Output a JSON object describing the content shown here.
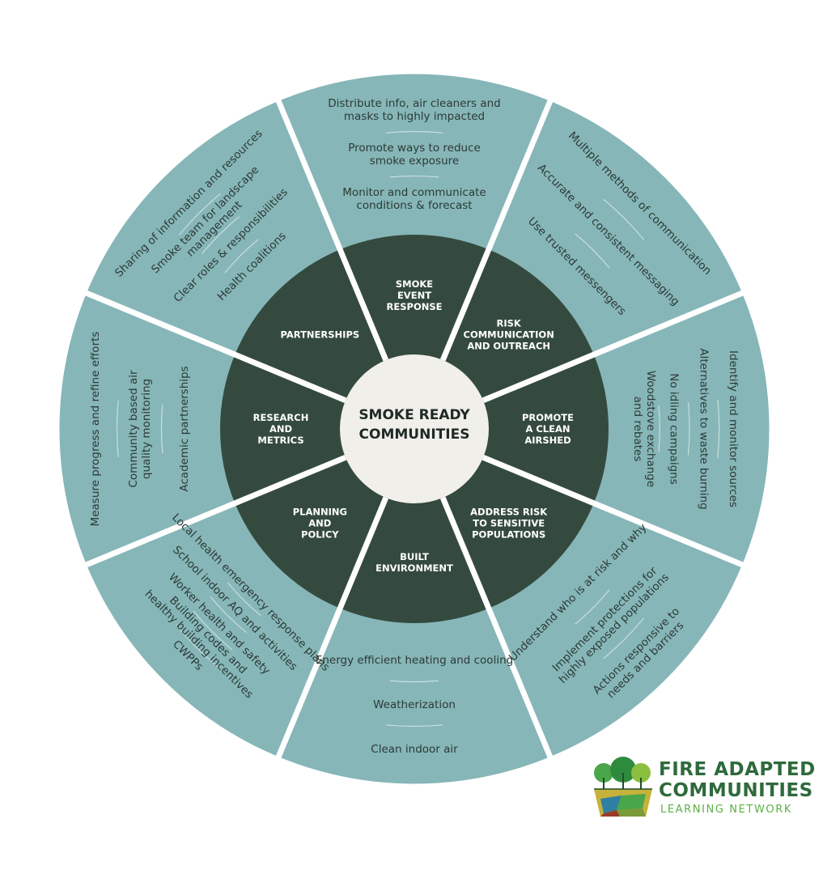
{
  "colors": {
    "outer_ring": "#86b6b8",
    "inner_ring": "#354a3e",
    "center": "#f1efea",
    "divider": "#ffffff",
    "outer_text": "#2c3a35",
    "inner_text": "#ffffff",
    "logo_green": "#2e6a3b",
    "logo_light_green": "#5bb043"
  },
  "center": {
    "line1": "SMOKE READY",
    "line2": "COMMUNITIES"
  },
  "segments": [
    {
      "id": "smoke-event-response",
      "title": [
        "SMOKE",
        "EVENT",
        "RESPONSE"
      ],
      "items": [
        [
          "Distribute info, air cleaners and",
          "masks to highly impacted"
        ],
        [
          "Promote ways to reduce",
          "smoke exposure"
        ],
        [
          "Monitor and communicate",
          "conditions & forecast"
        ]
      ]
    },
    {
      "id": "risk-communication",
      "title": [
        "RISK",
        "COMMUNICATION",
        "AND OUTREACH"
      ],
      "items": [
        [
          "Multiple methods of communication"
        ],
        [
          "Accurate and consistent messaging"
        ],
        [
          "Use trusted messengers"
        ]
      ]
    },
    {
      "id": "promote-clean-airshed",
      "title": [
        "PROMOTE",
        "A CLEAN",
        "AIRSHED"
      ],
      "items": [
        [
          "Identify and monitor sources"
        ],
        [
          "Alternatives to waste burning"
        ],
        [
          "No idling campaigns"
        ],
        [
          "Woodstove exchange",
          "and rebates"
        ]
      ]
    },
    {
      "id": "address-risk",
      "title": [
        "ADDRESS RISK",
        "TO SENSITIVE",
        "POPULATIONS"
      ],
      "items": [
        [
          "Actions responsive to",
          "needs and barriers"
        ],
        [
          "Implement protections for",
          "highly exposed populations"
        ],
        [
          "Understand who is at risk and why"
        ]
      ]
    },
    {
      "id": "built-environment",
      "title": [
        "BUILT",
        "ENVIRONMENT"
      ],
      "items": [
        [
          "Clean indoor air"
        ],
        [
          "Weatherization"
        ],
        [
          "Energy efficient heating and cooling"
        ]
      ]
    },
    {
      "id": "planning-policy",
      "title": [
        "PLANNING",
        "AND",
        "POLICY"
      ],
      "items": [
        [
          "CWPPs"
        ],
        [
          "Building codes and",
          "healthy building incentives"
        ],
        [
          "Worker health and safety"
        ],
        [
          "School indoor AQ and activities"
        ],
        [
          "Local health emergency response plans"
        ]
      ]
    },
    {
      "id": "research-metrics",
      "title": [
        "RESEARCH",
        "AND",
        "METRICS"
      ],
      "items": [
        [
          "Measure progress and refine efforts"
        ],
        [
          "Community based air",
          "quality monitoring"
        ],
        [
          "Academic partnerships"
        ]
      ]
    },
    {
      "id": "partnerships",
      "title": [
        "PARTNERSHIPS"
      ],
      "items": [
        [
          "Sharing of information and resources"
        ],
        [
          "Smoke team for landscape",
          "management"
        ],
        [
          "Clear roles & responsibilities"
        ],
        [
          "Health coalitions"
        ]
      ]
    }
  ],
  "logo": {
    "line1": "FIRE ADAPTED",
    "line2": "COMMUNITIES",
    "line3": "LEARNING NETWORK"
  }
}
